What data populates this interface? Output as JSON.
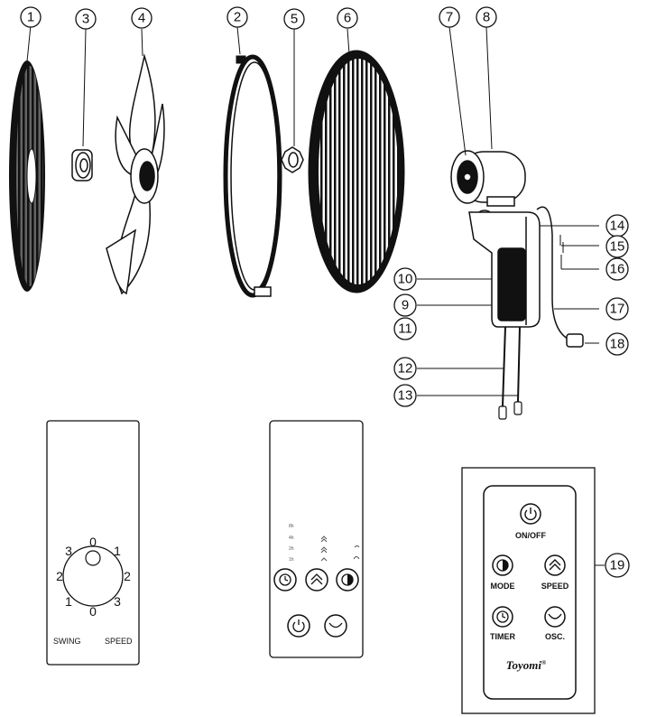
{
  "callouts": {
    "c1": "1",
    "c2": "2",
    "c3": "3",
    "c4": "4",
    "c5": "5",
    "c6": "6",
    "c7": "7",
    "c8": "8",
    "c9": "9",
    "c10": "10",
    "c11": "11",
    "c12": "12",
    "c13": "13",
    "c14": "14",
    "c15": "15",
    "c16": "16",
    "c17": "17",
    "c18": "18",
    "c19": "19"
  },
  "dial_panel": {
    "swing_label": "SWING",
    "speed_label": "SPEED",
    "marks": {
      "top_left": "3",
      "top": "0",
      "top_right": "1",
      "left": "2",
      "right": "2",
      "bottom_left": "1",
      "bottom": "0",
      "bottom_right": "3"
    }
  },
  "touch_panel": {
    "timer_levels": [
      "8h",
      "4h",
      "2h",
      "1h"
    ]
  },
  "remote": {
    "onoff_label": "ON/OFF",
    "mode_label": "MODE",
    "speed_label": "SPEED",
    "timer_label": "TIMER",
    "osc_label": "OSC.",
    "brand": "Toyomi",
    "registered_mark": "®"
  },
  "icons": [
    "power-icon",
    "mode-icon",
    "speed-icon",
    "timer-icon",
    "oscillation-icon"
  ],
  "colors": {
    "line": "#111111",
    "background": "#ffffff"
  }
}
